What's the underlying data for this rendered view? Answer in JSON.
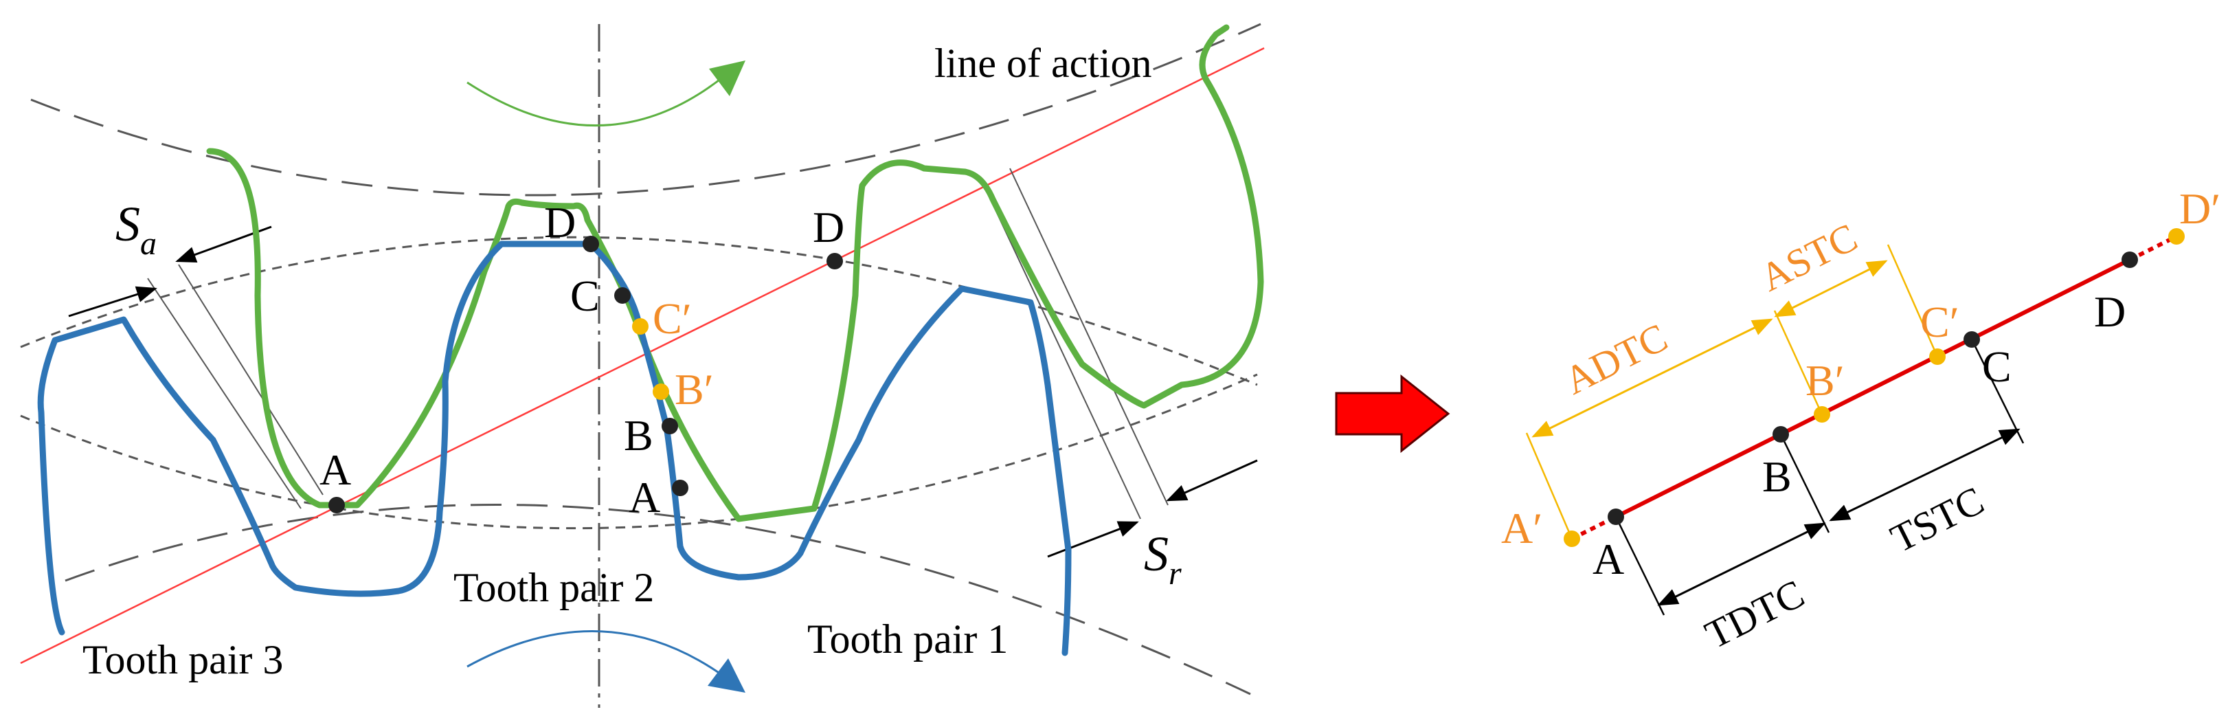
{
  "left_panel": {
    "line_of_action_label": "line of action",
    "tooth_pair_1": "Tooth pair 1",
    "tooth_pair_2": "Tooth pair 2",
    "tooth_pair_3": "Tooth pair 3",
    "sa_main": "S",
    "sa_sub": "a",
    "sr_main": "S",
    "sr_sub": "r",
    "points": {
      "A": "A",
      "B": "B",
      "C": "C",
      "D": "D",
      "A2": "A",
      "D2": "D"
    },
    "points_modified": {
      "B": "B′",
      "C": "C′"
    }
  },
  "right_panel": {
    "points": {
      "A": "A",
      "B": "B",
      "C": "C",
      "D": "D"
    },
    "points_modified": {
      "A": "A′",
      "B": "B′",
      "C": "C′",
      "D": "D′"
    },
    "dimensions": {
      "adtc": "ADTC",
      "astc": "ASTC",
      "tdtc": "TDTC",
      "tstc": "TSTC"
    }
  },
  "colors": {
    "driving_gear": "#2e75b6",
    "driven_gear": "#5db142",
    "line_of_action": "#ff0000",
    "modified_points": "#f5b800",
    "modified_labels": "#f28c28",
    "arrow": "#ff0000"
  }
}
